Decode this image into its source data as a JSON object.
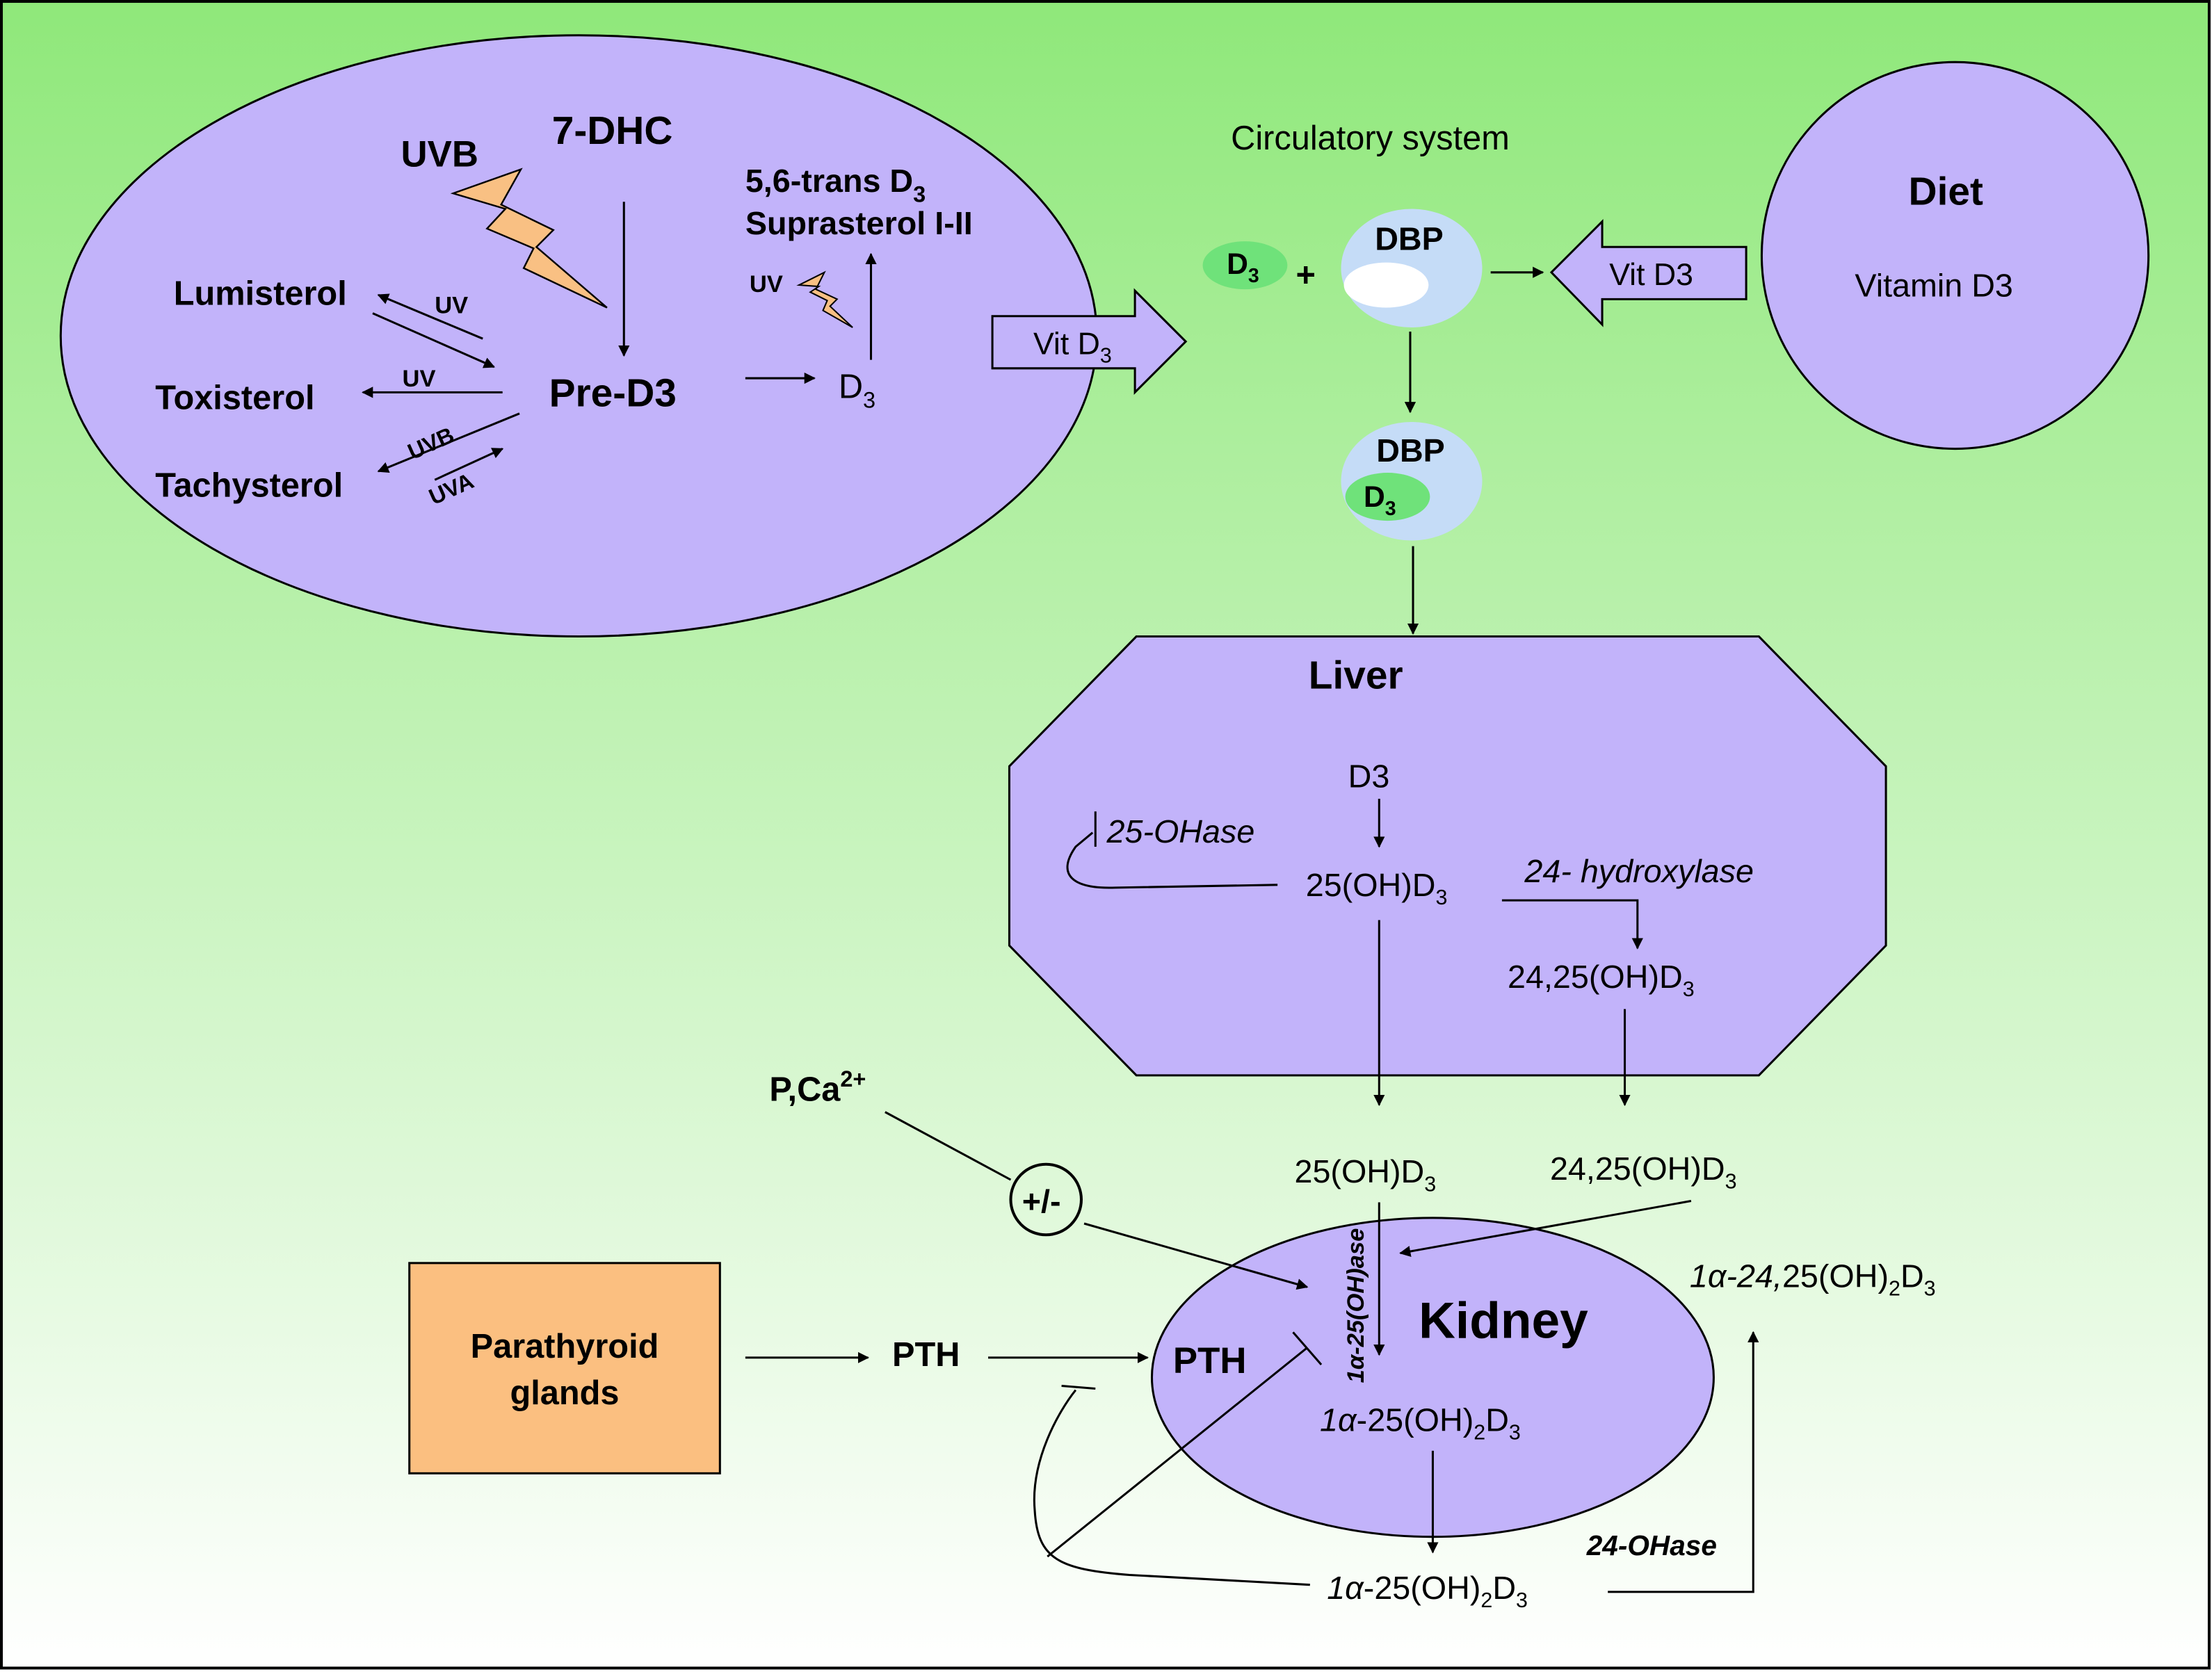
{
  "colors": {
    "background_top": "#8fe87a",
    "background_bottom": "#ffffff",
    "compartment_fill": "#c2b3fa",
    "dbp_fill": "#c5dcf7",
    "d3_fill": "#6fe27a",
    "bolt_fill": "#f9c083",
    "parathyroid_fill": "#fbbf80"
  },
  "skin": {
    "dhc": "7-DHC",
    "uvb_main": "UVB",
    "trans_line1": "5,6-trans D",
    "trans_sub": "3",
    "trans_line2": "Suprasterol I-II",
    "uv_small": "UV",
    "lumisterol": "Lumisterol",
    "toxisterol": "Toxisterol",
    "tachysterol": "Tachysterol",
    "uv_lumi": "UV",
    "uv_toxi": "UV",
    "uvb_tachy": "UVB",
    "uva_tachy": "UVA",
    "pre_d3": "Pre-D3",
    "d3": "D",
    "d3_sub": "3"
  },
  "vit_d3_arrow": {
    "text": "Vit D",
    "sub": "3"
  },
  "circulation": {
    "title": "Circulatory system",
    "d3": "D",
    "d3_sub": "3",
    "plus": "+",
    "dbp": "DBP",
    "dbp2": "DBP",
    "d3_bound": "D",
    "d3_bound_sub": "3"
  },
  "diet": {
    "title": "Diet",
    "vitamin": "Vitamin D3",
    "arrow_label": "Vit D3"
  },
  "liver": {
    "title": "Liver",
    "d3": "D3",
    "ohase": "25-OHase",
    "oh_d3": "25(OH)D",
    "oh_d3_sub": "3",
    "hydroxylase": "24- hydroxylase",
    "oh24_d3": "24,25(OH)D",
    "oh24_d3_sub": "3"
  },
  "kidney": {
    "title": "Kidney",
    "oh_d3_in": "25(OH)D",
    "oh_d3_in_sub": "3",
    "oh24_in": "24,25(OH)D",
    "oh24_in_sub": "3",
    "enzyme": "1α-25(OH)ase",
    "pth": "PTH",
    "product_a": "1α",
    "product_b": "-25(OH)",
    "product_sub": "2",
    "product_c": "D",
    "product_sub2": "3",
    "output_a": "1α",
    "output_b": "-25(OH)",
    "output_sub": "2",
    "output_c": "D",
    "output_sub2": "3",
    "hyd_a": "1α-24,",
    "hyd_b": "25(OH)",
    "hyd_sub": "2",
    "hyd_c": "D",
    "hyd_sub2": "3",
    "ohase24": "24-OHase"
  },
  "regulation": {
    "p_ca": "P,Ca",
    "p_ca_sup": "2+",
    "plus_minus": "+/-",
    "parathyroid_line1": "Parathyroid",
    "parathyroid_line2": "glands",
    "pth": "PTH"
  }
}
